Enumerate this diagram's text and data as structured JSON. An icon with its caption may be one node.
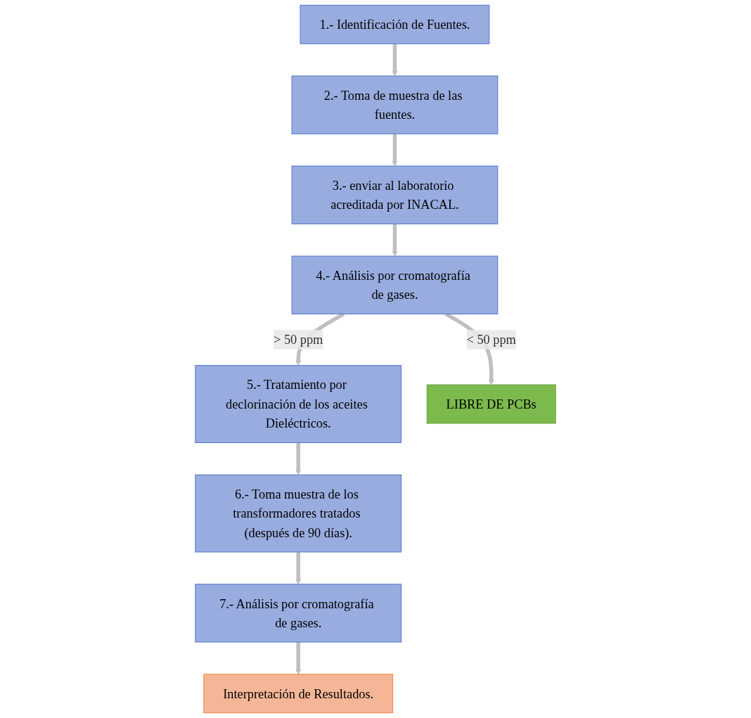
{
  "diagram": {
    "nodes": [
      {
        "text": [
          "1.- Identificación de Fuentes."
        ]
      },
      {
        "text": [
          "2.- Toma de muestra de las fuentes."
        ]
      },
      {
        "text": [
          "3.- enviar al laboratorio acreditada por INACAL."
        ]
      },
      {
        "text": [
          "4.- Análisis por cromatografía de gases."
        ]
      },
      {
        "text": [
          "5.- Tratamiento por declorinación de los aceites Dieléctricos."
        ]
      },
      {
        "text": [
          "6.- Toma muestra de los transformadores tratados (después de 90 días)."
        ]
      },
      {
        "text": [
          "7.- Análisis por cromatografía de gases."
        ]
      },
      {
        "text": [
          "Interpretación de Resultados."
        ]
      },
      {
        "text": [
          "LIBRE DE PCBs"
        ]
      }
    ],
    "edges": [
      {
        "from": 0,
        "to": 1,
        "arrow": "to"
      },
      {
        "from": 1,
        "to": 2,
        "arrow": "to"
      },
      {
        "from": 2,
        "to": 3,
        "arrow": "to"
      },
      {
        "from": 3,
        "to": 4,
        "arrow": "to",
        "label": "> 50 ppm"
      },
      {
        "from": 3,
        "to": 8,
        "arrow": "to",
        "label": "< 50 ppm"
      },
      {
        "from": 4,
        "to": 5,
        "arrow": "to"
      },
      {
        "from": 5,
        "to": 6,
        "arrow": "to"
      },
      {
        "from": 6,
        "to": 7,
        "arrow": "to"
      }
    ]
  }
}
